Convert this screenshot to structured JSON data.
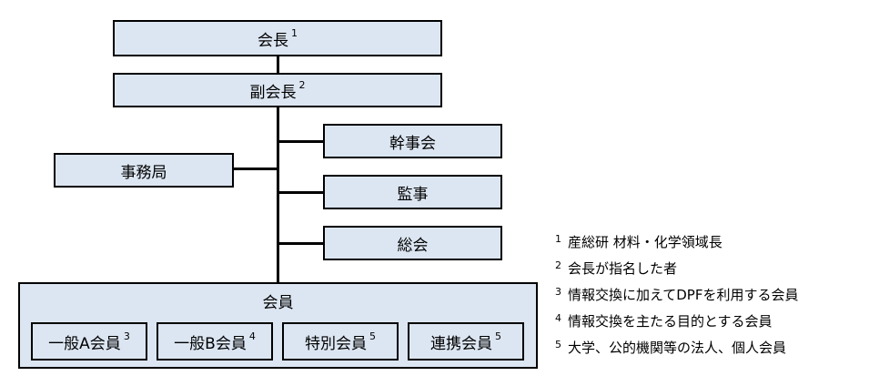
{
  "org": {
    "president": {
      "label": "会長",
      "note": "1"
    },
    "vice_president": {
      "label": "副会長",
      "note": "2"
    },
    "secretariat": {
      "label": "事務局"
    },
    "board": {
      "label": "幹事会"
    },
    "audit": {
      "label": "監事"
    },
    "general_assembly": {
      "label": "総会"
    },
    "members": {
      "label": "会員",
      "types": [
        {
          "label": "一般A会員",
          "note": "3"
        },
        {
          "label": "一般B会員",
          "note": "4"
        },
        {
          "label": "特別会員",
          "note": "5"
        },
        {
          "label": "連携会員",
          "note": "5"
        }
      ]
    }
  },
  "notes": [
    {
      "num": "1",
      "text": "産総研 材料・化学領域長"
    },
    {
      "num": "2",
      "text": "会長が指名した者"
    },
    {
      "num": "3",
      "text": "情報交換に加えてDPFを利用する会員"
    },
    {
      "num": "4",
      "text": "情報交換を主たる目的とする会員"
    },
    {
      "num": "5",
      "text": "大学、公的機関等の法人、個人会員"
    }
  ]
}
